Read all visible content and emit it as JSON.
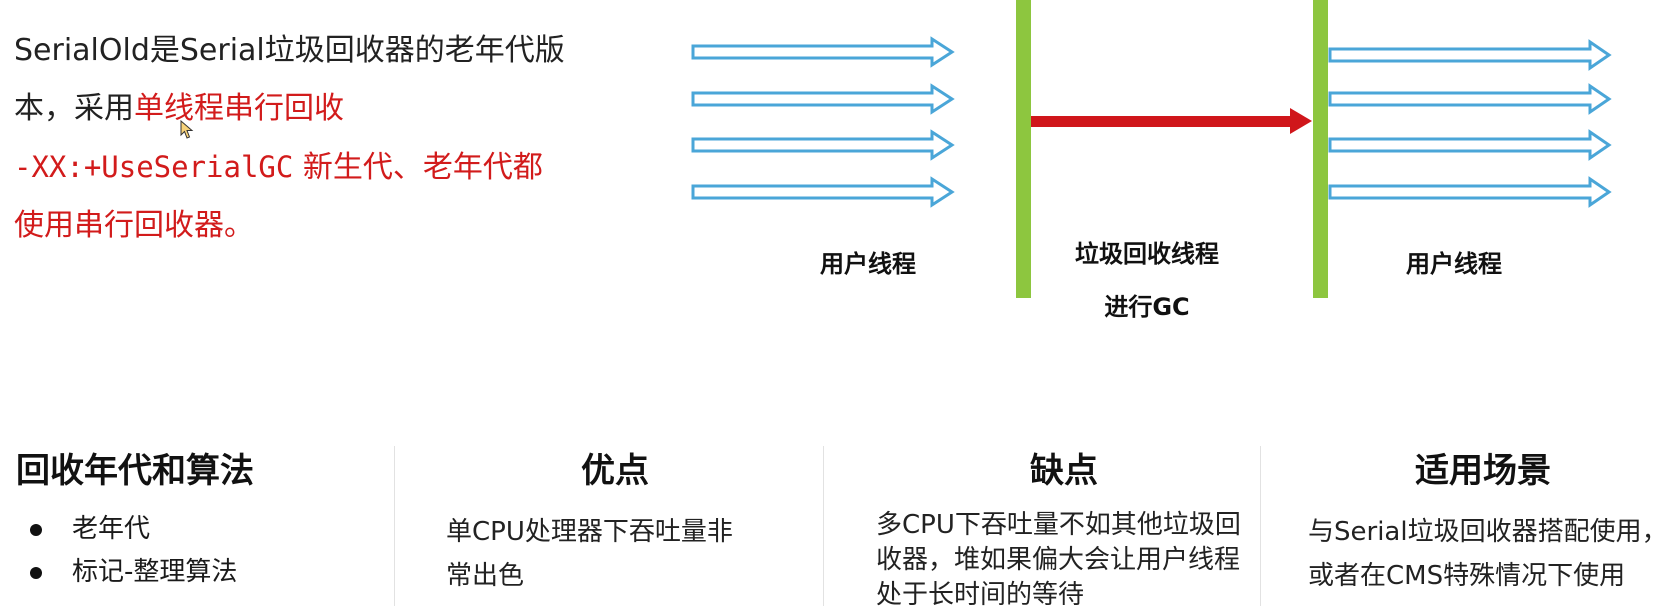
{
  "intro": {
    "line1": "SerialOld是Serial垃圾回收器的老年代版",
    "line2_prefix": "本，采用",
    "line2_highlight": "单线程串行回收",
    "line3_flag": "-XX:+UseSerialGC",
    "line3_text": " 新生代、老年代都",
    "line4": "使用串行回收器。"
  },
  "diagram": {
    "left_label": "用户线程",
    "middle_label_line1": "垃圾回收线程",
    "middle_label_line2": "进行GC",
    "right_label": "用户线程",
    "colors": {
      "thread_arrow": "#4aa6d8",
      "gc_arrow": "#d0161b",
      "barrier": "#8dc63f"
    },
    "user_threads_before": 4,
    "gc_threads": 1,
    "user_threads_after": 4
  },
  "cards": {
    "algorithm": {
      "title": "回收年代和算法",
      "items": [
        "老年代",
        "标记-整理算法"
      ]
    },
    "pros": {
      "title": "优点",
      "text_line1": "单CPU处理器下吞吐量非",
      "text_line2": "常出色"
    },
    "cons": {
      "title": "缺点",
      "text_line1": "多CPU下吞吐量不如其他垃圾回",
      "text_line2": "收器，堆如果偏大会让用户线程",
      "text_line3": "处于长时间的等待"
    },
    "scenarios": {
      "title": "适用场景",
      "text_line1": "与Serial垃圾回收器搭配使用，",
      "text_line2": "或者在CMS特殊情况下使用"
    }
  }
}
